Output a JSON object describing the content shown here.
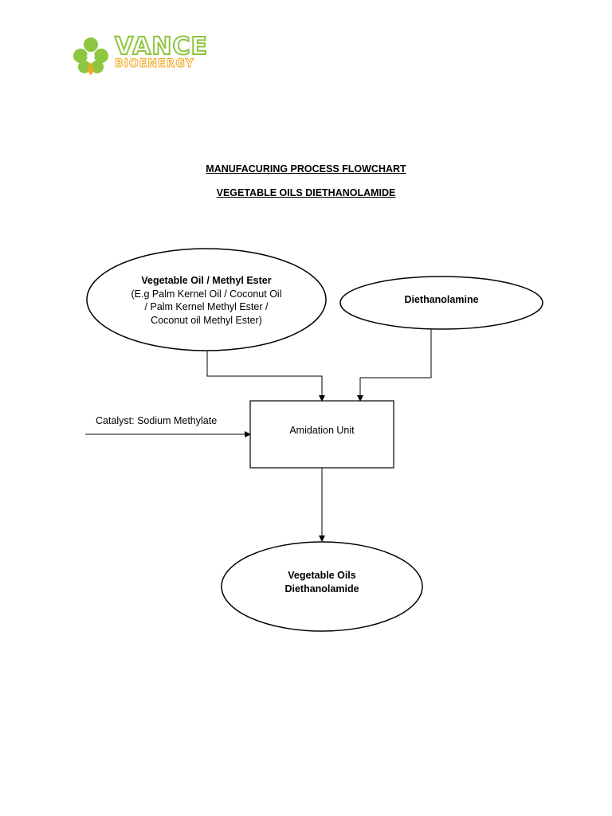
{
  "logo": {
    "name_line1": "VANCE",
    "name_line2": "BIOENERGY",
    "colors": {
      "green": "#8dc63f",
      "orange": "#f5a623"
    }
  },
  "titles": {
    "line1": "MANUFACURING PROCESS FLOWCHART",
    "line2": "VEGETABLE OILS DIETHANOLAMIDE"
  },
  "nodes": {
    "oil": {
      "title": "Vegetable Oil / Methyl Ester",
      "detail_1": "(E.g Palm Kernel Oil / Coconut Oil",
      "detail_2": "/ Palm Kernel Methyl Ester /",
      "detail_3": "Coconut oil Methyl Ester)"
    },
    "dea": {
      "title": "Diethanolamine"
    },
    "amidation": {
      "title": "Amidation Unit"
    },
    "product": {
      "line1": "Vegetable Oils",
      "line2": "Diethanolamide"
    }
  },
  "catalyst": {
    "label": "Catalyst: Sodium Methylate"
  }
}
